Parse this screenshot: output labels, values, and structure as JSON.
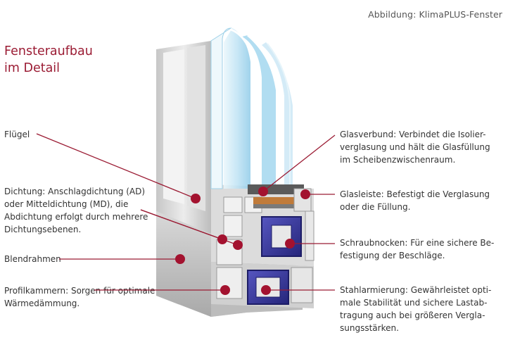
{
  "caption": "Abbildung: KlimaPLUS-Fenster",
  "title": [
    "Fensteraufbau",
    "im Detail"
  ],
  "labels_left": [
    {
      "id": "fluegel",
      "lines": [
        "Flügel"
      ]
    },
    {
      "id": "dichtung",
      "lines": [
        "Dichtung: Anschlagdichtung (AD)",
        "oder Mitteldichtung (MD), die",
        "Abdichtung erfolgt durch mehrere",
        "Dichtungsebenen."
      ]
    },
    {
      "id": "blendrahmen",
      "lines": [
        "Blendrahmen"
      ]
    },
    {
      "id": "profilkammern",
      "lines": [
        "Profilkammern: Sorgen für optimale",
        "Wärmedämmung."
      ]
    }
  ],
  "labels_right": [
    {
      "id": "glasverbund",
      "lines": [
        "Glasverbund: Verbindet die Isolier-",
        "verglasung und hält die Glasfüllung",
        "im Scheibenzwischenraum."
      ]
    },
    {
      "id": "glasleiste",
      "lines": [
        "Glasleiste: Befestigt die Verglasung",
        "oder die Füllung."
      ]
    },
    {
      "id": "schraubnocken",
      "lines": [
        "Schraubnocken: Für eine sichere Be-",
        "festigung der Beschläge."
      ]
    },
    {
      "id": "stahlarmierung",
      "lines": [
        "Stahlarmierung: Gewährleistet opti-",
        "male Stabilität und sichere Lastab-",
        "tragung auch bei größeren Vergla-",
        "sungsstärken."
      ]
    }
  ],
  "colors": {
    "accent": "#9b1c34",
    "marker": "#a3122f",
    "frame": "#d6d6d6",
    "steel": "#3a3a9c",
    "glass": "#bfe3f4"
  }
}
